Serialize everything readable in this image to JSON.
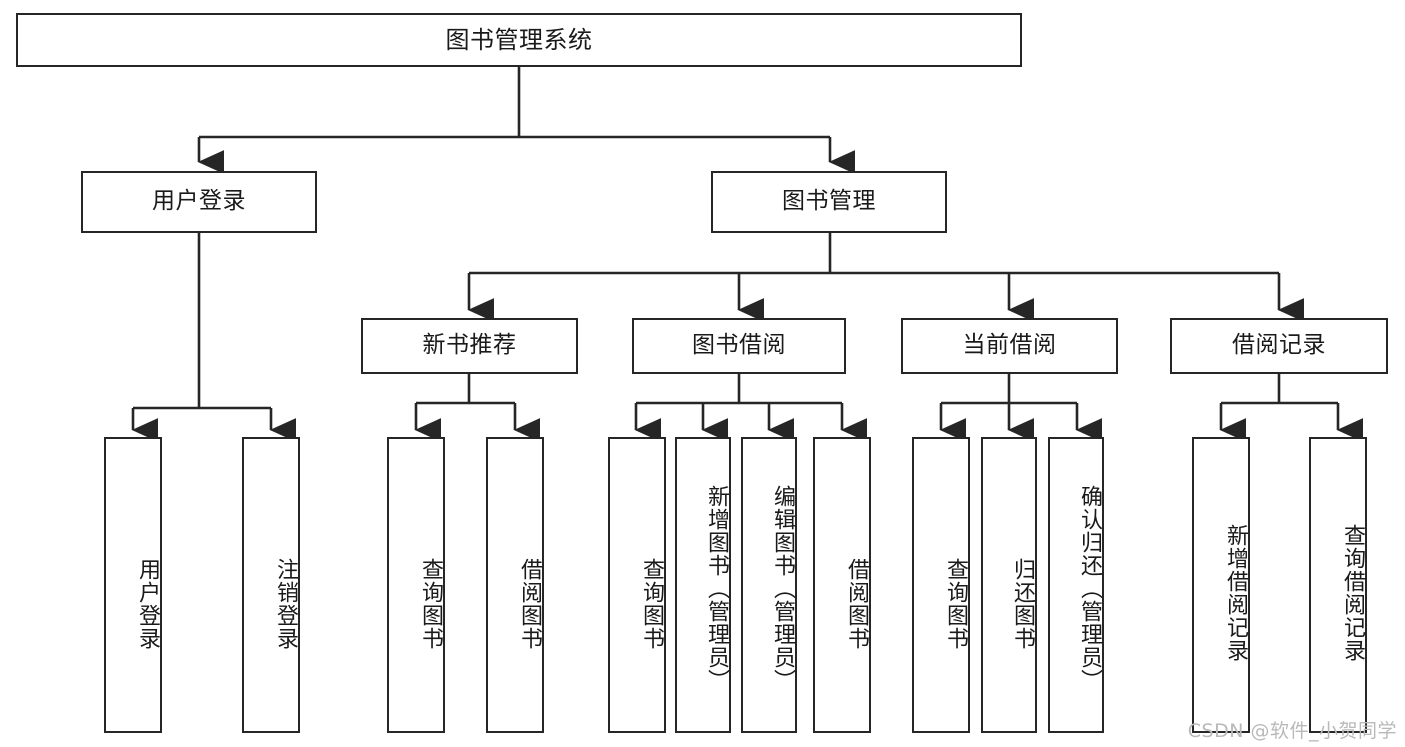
{
  "diagram": {
    "title": "图书管理系统",
    "type": "tree-hierarchy",
    "watermark": "CSDN @软件_小贺同学",
    "colors": {
      "stroke": "#262626",
      "fill": "#ffffff",
      "text": "#1a1a1a",
      "watermark": "#b9b9b9"
    },
    "levels": {
      "root": {
        "label": "图书管理系统"
      },
      "level1": [
        {
          "label": "用户登录"
        },
        {
          "label": "图书管理"
        }
      ],
      "level2": [
        {
          "label": "新书推荐"
        },
        {
          "label": "图书借阅"
        },
        {
          "label": "当前借阅"
        },
        {
          "label": "借阅记录"
        }
      ],
      "leaves": [
        {
          "label": "用户登录",
          "parent": "用户登录"
        },
        {
          "label": "注销登录",
          "parent": "用户登录"
        },
        {
          "label": "查询图书",
          "parent": "新书推荐"
        },
        {
          "label": "借阅图书",
          "parent": "新书推荐"
        },
        {
          "label": "查询图书",
          "parent": "图书借阅"
        },
        {
          "label": "新增图书（管理员）",
          "parent": "图书借阅"
        },
        {
          "label": "编辑图书（管理员）",
          "parent": "图书借阅"
        },
        {
          "label": "借阅图书",
          "parent": "图书借阅"
        },
        {
          "label": "查询图书",
          "parent": "当前借阅"
        },
        {
          "label": "归还图书",
          "parent": "当前借阅"
        },
        {
          "label": "确认归还（管理员）",
          "parent": "当前借阅"
        },
        {
          "label": "新增借阅记录",
          "parent": "借阅记录"
        },
        {
          "label": "查询借阅记录",
          "parent": "借阅记录"
        }
      ]
    }
  }
}
